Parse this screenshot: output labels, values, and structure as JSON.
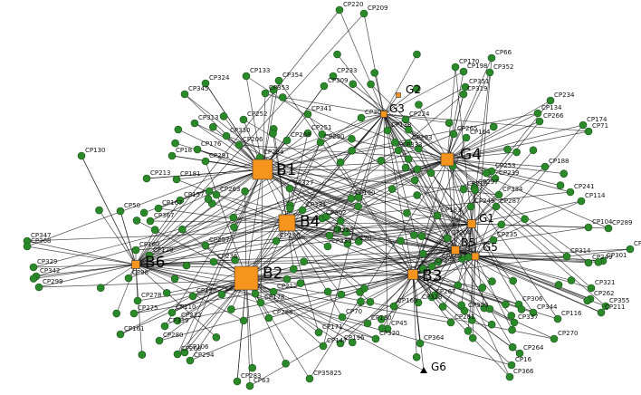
{
  "colors": {
    "cp_node": "#2a8a2a",
    "hub_node": "#f7941d",
    "edge": "#111111",
    "background": "#ffffff"
  },
  "hubs": [
    {
      "id": "B1",
      "label": "B1"
    },
    {
      "id": "B2",
      "label": "B2"
    },
    {
      "id": "B3",
      "label": "B3"
    },
    {
      "id": "B4",
      "label": "B4"
    },
    {
      "id": "B5",
      "label": "B5"
    },
    {
      "id": "B6",
      "label": "B6"
    },
    {
      "id": "G1",
      "label": "G1"
    },
    {
      "id": "G2",
      "label": "G2"
    },
    {
      "id": "G3",
      "label": "G3"
    },
    {
      "id": "G4",
      "label": "G4"
    },
    {
      "id": "G5",
      "label": "G5"
    },
    {
      "id": "G6",
      "label": "G6"
    }
  ],
  "cp_nodes": [
    {
      "label": "CP220",
      "hub": "G3"
    },
    {
      "label": "CP209",
      "hub": "G3"
    },
    {
      "label": "CP66",
      "hub": "G4"
    },
    {
      "label": "CP170",
      "hub": "G4"
    },
    {
      "label": "CP198",
      "hub": "G4"
    },
    {
      "label": "CP352",
      "hub": "G4"
    },
    {
      "label": "CP351",
      "hub": "G4"
    },
    {
      "label": "CP319",
      "hub": "G4"
    },
    {
      "label": "CP134",
      "hub": "G4"
    },
    {
      "label": "CP234",
      "hub": "G4"
    },
    {
      "label": "CP266",
      "hub": "G4"
    },
    {
      "label": "CP174",
      "hub": "G4"
    },
    {
      "label": "CP71",
      "hub": "G4"
    },
    {
      "label": "CP188",
      "hub": "G4"
    },
    {
      "label": "CP241",
      "hub": "G4"
    },
    {
      "label": "CP114",
      "hub": "G1"
    },
    {
      "label": "CP104",
      "hub": "G1"
    },
    {
      "label": "CP289",
      "hub": "G1"
    },
    {
      "label": "CP314",
      "hub": "G5"
    },
    {
      "label": "CP249",
      "hub": "G5"
    },
    {
      "label": "CP301",
      "hub": "G5"
    },
    {
      "label": "CP15",
      "hub": "G5"
    },
    {
      "label": "CP321",
      "hub": "B5"
    },
    {
      "label": "CP262",
      "hub": "B5"
    },
    {
      "label": "CP355",
      "hub": "B5"
    },
    {
      "label": "CP211",
      "hub": "B5"
    },
    {
      "label": "CP116",
      "hub": "B3"
    },
    {
      "label": "CP270",
      "hub": "B3"
    },
    {
      "label": "CP306",
      "hub": "B3"
    },
    {
      "label": "CP344",
      "hub": "B3"
    },
    {
      "label": "CP337",
      "hub": "B3"
    },
    {
      "label": "CP264",
      "hub": "B3"
    },
    {
      "label": "CP16",
      "hub": "B3"
    },
    {
      "label": "CP366",
      "hub": "B3"
    },
    {
      "label": "CP364",
      "hub": "B3"
    },
    {
      "label": "CP281",
      "hub": "B3"
    },
    {
      "label": "CP359",
      "hub": "B3"
    },
    {
      "label": "CP130",
      "hub": "B6"
    },
    {
      "label": "CP50",
      "hub": "B6"
    },
    {
      "label": "CP347",
      "hub": "B6"
    },
    {
      "label": "CP368",
      "hub": "B6"
    },
    {
      "label": "CP329",
      "hub": "B6"
    },
    {
      "label": "CP342",
      "hub": "B6"
    },
    {
      "label": "CP299",
      "hub": "B6"
    },
    {
      "label": "CP98",
      "hub": "B6"
    },
    {
      "label": "CP278",
      "hub": "B6"
    },
    {
      "label": "CP275",
      "hub": "B2"
    },
    {
      "label": "CP110",
      "hub": "B2"
    },
    {
      "label": "CP161",
      "hub": "B2"
    },
    {
      "label": "CP280",
      "hub": "B2"
    },
    {
      "label": "CP260",
      "hub": "B2"
    },
    {
      "label": "CP294",
      "hub": "B2"
    },
    {
      "label": "CP106",
      "hub": "B2"
    },
    {
      "label": "CP283",
      "hub": "B2"
    },
    {
      "label": "CP63",
      "hub": "B2"
    },
    {
      "label": "CP232",
      "hub": "B2"
    },
    {
      "label": "CP171",
      "hub": "B2"
    },
    {
      "label": "CP196",
      "hub": "B2"
    },
    {
      "label": "CP147",
      "hub": "B2"
    },
    {
      "label": "CP320",
      "hub": "B2"
    },
    {
      "label": "CP35825",
      "hub": "B2"
    },
    {
      "label": "CP330",
      "hub": "B1"
    },
    {
      "label": "CP133",
      "hub": "B1"
    },
    {
      "label": "CP324",
      "hub": "B1"
    },
    {
      "label": "CP345",
      "hub": "B1"
    },
    {
      "label": "CP309",
      "hub": "B1"
    },
    {
      "label": "CP313",
      "hub": "B1"
    },
    {
      "label": "CP252",
      "hub": "B1"
    },
    {
      "label": "CP354",
      "hub": "B1"
    },
    {
      "label": "CP353",
      "hub": "B1"
    },
    {
      "label": "CP341",
      "hub": "B1"
    },
    {
      "label": "CP176",
      "hub": "B1"
    },
    {
      "label": "CP18",
      "hub": "B1"
    },
    {
      "label": "CP213",
      "hub": "B1"
    },
    {
      "label": "CP291",
      "hub": "B1"
    },
    {
      "label": "CP181",
      "hub": "B1"
    },
    {
      "label": "CP157",
      "hub": "B1"
    },
    {
      "label": "CP263",
      "hub": "B1"
    },
    {
      "label": "CP167",
      "hub": "B1"
    },
    {
      "label": "CP367",
      "hub": "B1"
    },
    {
      "label": "CP129",
      "hub": "B6"
    },
    {
      "label": "CP160",
      "hub": "B6"
    },
    {
      "label": "CP156",
      "hub": "B2"
    },
    {
      "label": "CP339",
      "hub": "B2"
    },
    {
      "label": "CP335",
      "hub": "B4"
    },
    {
      "label": "CP323",
      "hub": "B4"
    },
    {
      "label": "CP302",
      "hub": "B4"
    },
    {
      "label": "CP190",
      "hub": "B4"
    },
    {
      "label": "CP278",
      "hub": "B4"
    },
    {
      "label": "CP183",
      "hub": "B3"
    },
    {
      "label": "CP267",
      "hub": "B3"
    },
    {
      "label": "CP169",
      "hub": "B3"
    },
    {
      "label": "CP328",
      "hub": "B3"
    },
    {
      "label": "CP218",
      "hub": "G4"
    },
    {
      "label": "CP243",
      "hub": "G1"
    },
    {
      "label": "CP253",
      "hub": "G4"
    },
    {
      "label": "CP239",
      "hub": "G4"
    },
    {
      "label": "CP265",
      "hub": "G4"
    },
    {
      "label": "CP164",
      "hub": "G4"
    },
    {
      "label": "CP224",
      "hub": "G3"
    },
    {
      "label": "CP233",
      "hub": "G3"
    },
    {
      "label": "CP308",
      "hub": "G3"
    },
    {
      "label": "CP293",
      "hub": "G3"
    },
    {
      "label": "CP138",
      "hub": "G3"
    },
    {
      "label": "CP333",
      "hub": "G3"
    },
    {
      "label": "CP251",
      "hub": "B4"
    },
    {
      "label": "CP290",
      "hub": "B4"
    },
    {
      "label": "CP268",
      "hub": "B1"
    },
    {
      "label": "CP206",
      "hub": "B1"
    },
    {
      "label": "CP284",
      "hub": "B1"
    },
    {
      "label": "CP327",
      "hub": "B4"
    },
    {
      "label": "CP331",
      "hub": "B4"
    },
    {
      "label": "CP286",
      "hub": "B4"
    },
    {
      "label": "CP257",
      "hub": "B2"
    },
    {
      "label": "CP236",
      "hub": "B2"
    },
    {
      "label": "CP308",
      "hub": "B2"
    },
    {
      "label": "CP212",
      "hub": "B2"
    },
    {
      "label": "CP178",
      "hub": "B2"
    },
    {
      "label": "CP288",
      "hub": "B2"
    },
    {
      "label": "CP70",
      "hub": "B3"
    },
    {
      "label": "CP45",
      "hub": "B3"
    },
    {
      "label": "CP130",
      "hub": "B3"
    },
    {
      "label": "CP298",
      "hub": "B3"
    },
    {
      "label": "CP204",
      "hub": "B3"
    },
    {
      "label": "CP363",
      "hub": "B3"
    },
    {
      "label": "CP235",
      "hub": "G5"
    },
    {
      "label": "CP297",
      "hub": "G1"
    },
    {
      "label": "CP334",
      "hub": "G1"
    },
    {
      "label": "CP287",
      "hub": "G1"
    }
  ],
  "extra_nodes": 120
}
